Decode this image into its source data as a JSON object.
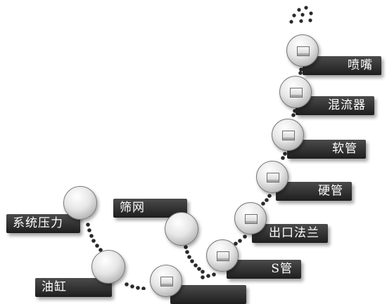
{
  "nodes": [
    {
      "id": "nozzle",
      "label": "喷嘴"
    },
    {
      "id": "mixer",
      "label": "混流器"
    },
    {
      "id": "hose",
      "label": "软管"
    },
    {
      "id": "hard-pipe",
      "label": "硬管"
    },
    {
      "id": "outlet-flange",
      "label": "出口法兰"
    },
    {
      "id": "s-pipe",
      "label": "S管"
    },
    {
      "id": "bottom-pipe",
      "label": ""
    },
    {
      "id": "screen",
      "label": "筛网"
    },
    {
      "id": "system-pressure",
      "label": "系统压力"
    },
    {
      "id": "oil-cylinder",
      "label": "油缸"
    }
  ],
  "icons": {
    "thumbnail": "image-thumbnail-icon"
  }
}
